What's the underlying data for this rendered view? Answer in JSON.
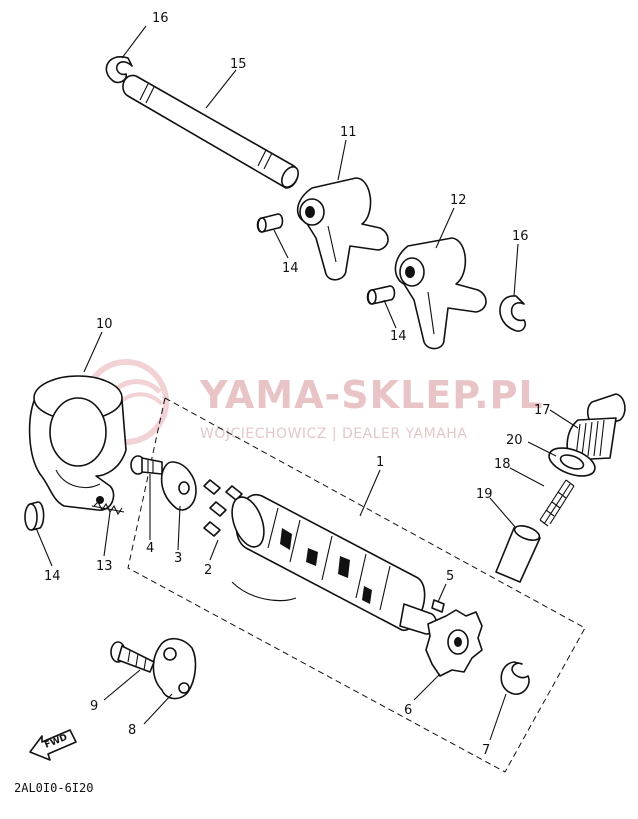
{
  "watermark": {
    "title": "YAMA-SKLEP.PL",
    "subtitle": "WOJCIECHOWICZ | DEALER YAMAHA",
    "logo_color": "#e8aeb2"
  },
  "diagram_code": "2AL0I0-6I20",
  "fwd_label": "FWD",
  "callouts": [
    "16",
    "15",
    "11",
    "12",
    "16",
    "14",
    "14",
    "10",
    "17",
    "20",
    "1",
    "18",
    "19",
    "4",
    "3",
    "14",
    "13",
    "2",
    "5",
    "9",
    "8",
    "6",
    "7"
  ]
}
